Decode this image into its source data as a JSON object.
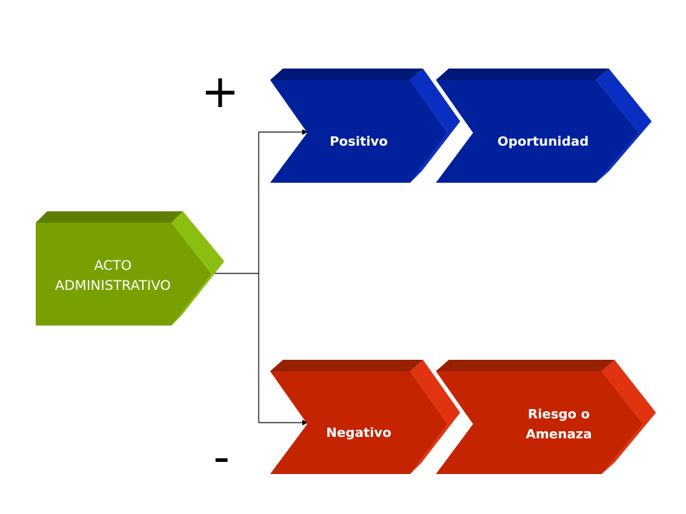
{
  "signs": {
    "plus": "+",
    "minus": "-"
  },
  "source": {
    "lines": [
      "ACTO",
      "ADMINISTRATIVO"
    ]
  },
  "positive": {
    "step1": "Positivo",
    "step2": "Oportunidad"
  },
  "negative": {
    "step1": "Negativo",
    "step2_lines": [
      "Riesgo o",
      "Amenaza"
    ]
  },
  "colors": {
    "green_face": "#78A000",
    "green_top": "#5E7E00",
    "green_side": "#8CBE12",
    "blue_face": "#00209C",
    "blue_top": "#001878",
    "blue_side": "#0A2EC2",
    "red_face": "#C42400",
    "red_top": "#962000",
    "red_side": "#E03410",
    "connector": "#000000"
  }
}
